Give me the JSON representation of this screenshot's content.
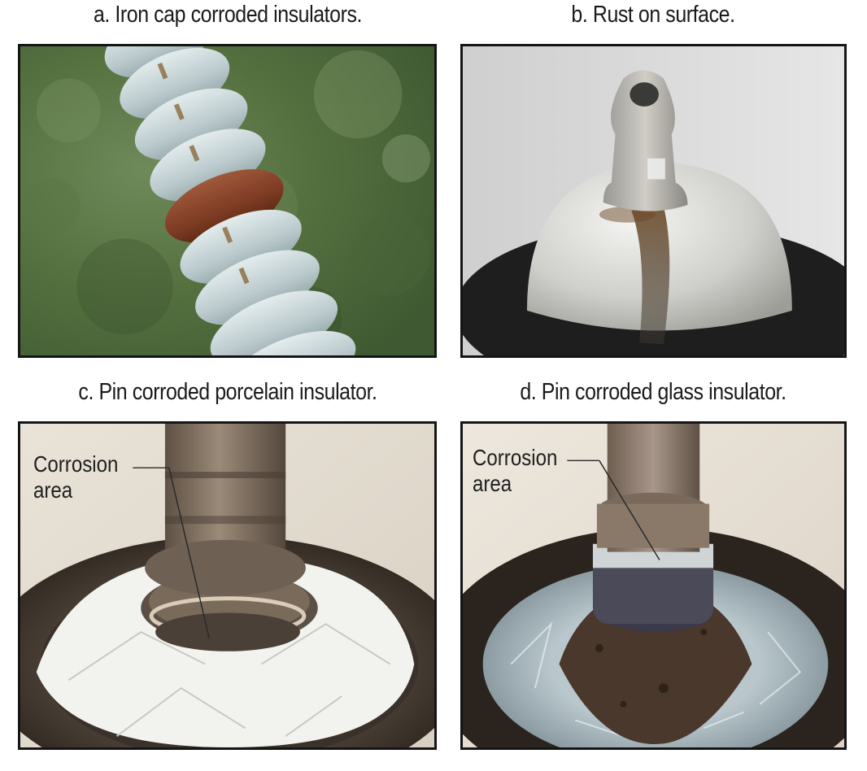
{
  "figure": {
    "panels": [
      {
        "id": "a",
        "caption": "a. Iron cap corroded insulators."
      },
      {
        "id": "b",
        "caption": "b. Rust on surface."
      },
      {
        "id": "c",
        "caption": "c. Pin corroded porcelain insulator.",
        "callout_line1": "Corrosion",
        "callout_line2": "area"
      },
      {
        "id": "d",
        "caption": "d. Pin corroded glass insulator.",
        "callout_line1": "Corrosion",
        "callout_line2": "area"
      }
    ]
  },
  "colors": {
    "frame": "#151515",
    "foliage": "#5e7a4c",
    "porcelain": "#c9d6d8",
    "rust": "#8a4a2e",
    "background_gray": "#dcdcdc"
  }
}
